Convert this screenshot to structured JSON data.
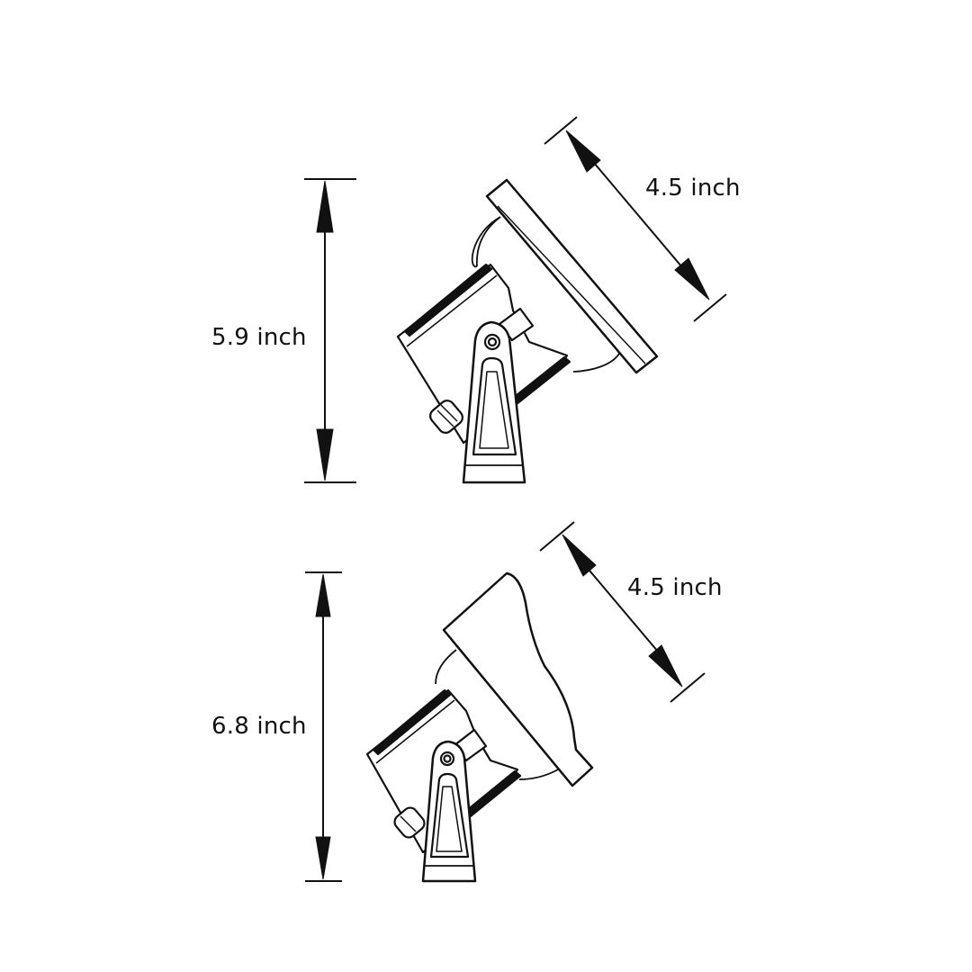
{
  "diagram": {
    "type": "product-dimension-drawing",
    "subject": "adjustable spot light fixture on mounting bracket",
    "colors": {
      "line": "#111111",
      "background": "#ffffff"
    },
    "views": [
      {
        "id": "fixture-flat-lens",
        "height_label": "5.9 inch",
        "width_label": "4.5 inch"
      },
      {
        "id": "fixture-shroud-lens",
        "height_label": "6.8 inch",
        "width_label": "4.5 inch"
      }
    ]
  }
}
